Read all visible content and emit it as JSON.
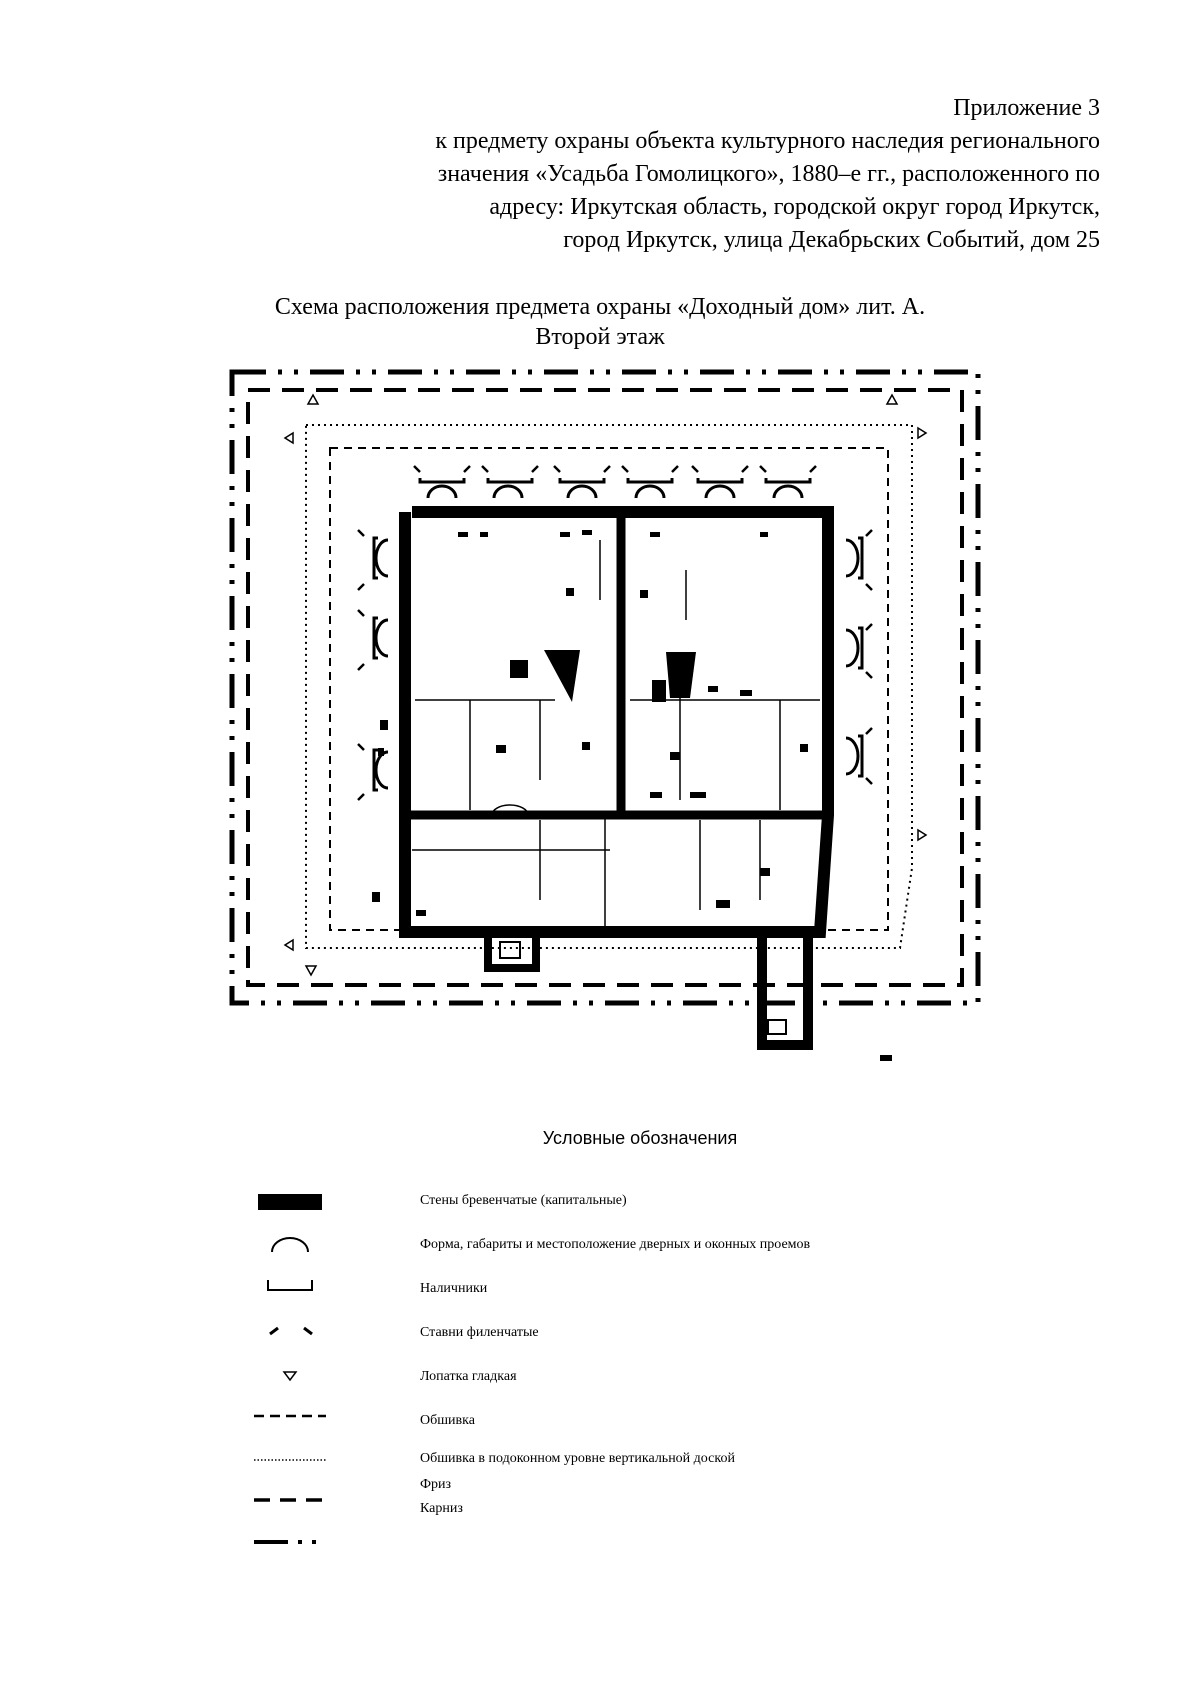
{
  "header": {
    "lines": [
      "Приложение 3",
      "к предмету охраны объекта культурного наследия регионального",
      "значения «Усадьба Гомолицкого», 1880–е гг., расположенного по",
      "адресу: Иркутская область, городской округ город Иркутск,",
      "город Иркутск, улица Декабрьских Событий, дом 25"
    ]
  },
  "schema": {
    "title": "Схема расположения предмета охраны «Доходный дом» лит. А.",
    "subtitle": "Второй этаж"
  },
  "legend": {
    "title": "Условные обозначения",
    "items": [
      {
        "symbol": "thick-wall",
        "label": "Стены бревенчатые (капитальные)"
      },
      {
        "symbol": "arc",
        "label": "Форма, габариты и местоположение дверных и оконных проемов"
      },
      {
        "symbol": "bracket",
        "label": "Наличники"
      },
      {
        "symbol": "shutters",
        "label": "Ставни филенчатые"
      },
      {
        "symbol": "triangle",
        "label": "Лопатка гладкая"
      },
      {
        "symbol": "dashed",
        "label": "Обшивка"
      },
      {
        "symbol": "dotted",
        "label": "Обшивка в подоконном уровне вертикальной доской"
      },
      {
        "symbol": "long-dashed",
        "label": "Фриз"
      },
      {
        "symbol": "dash-dot",
        "label": "Карниз"
      }
    ]
  }
}
